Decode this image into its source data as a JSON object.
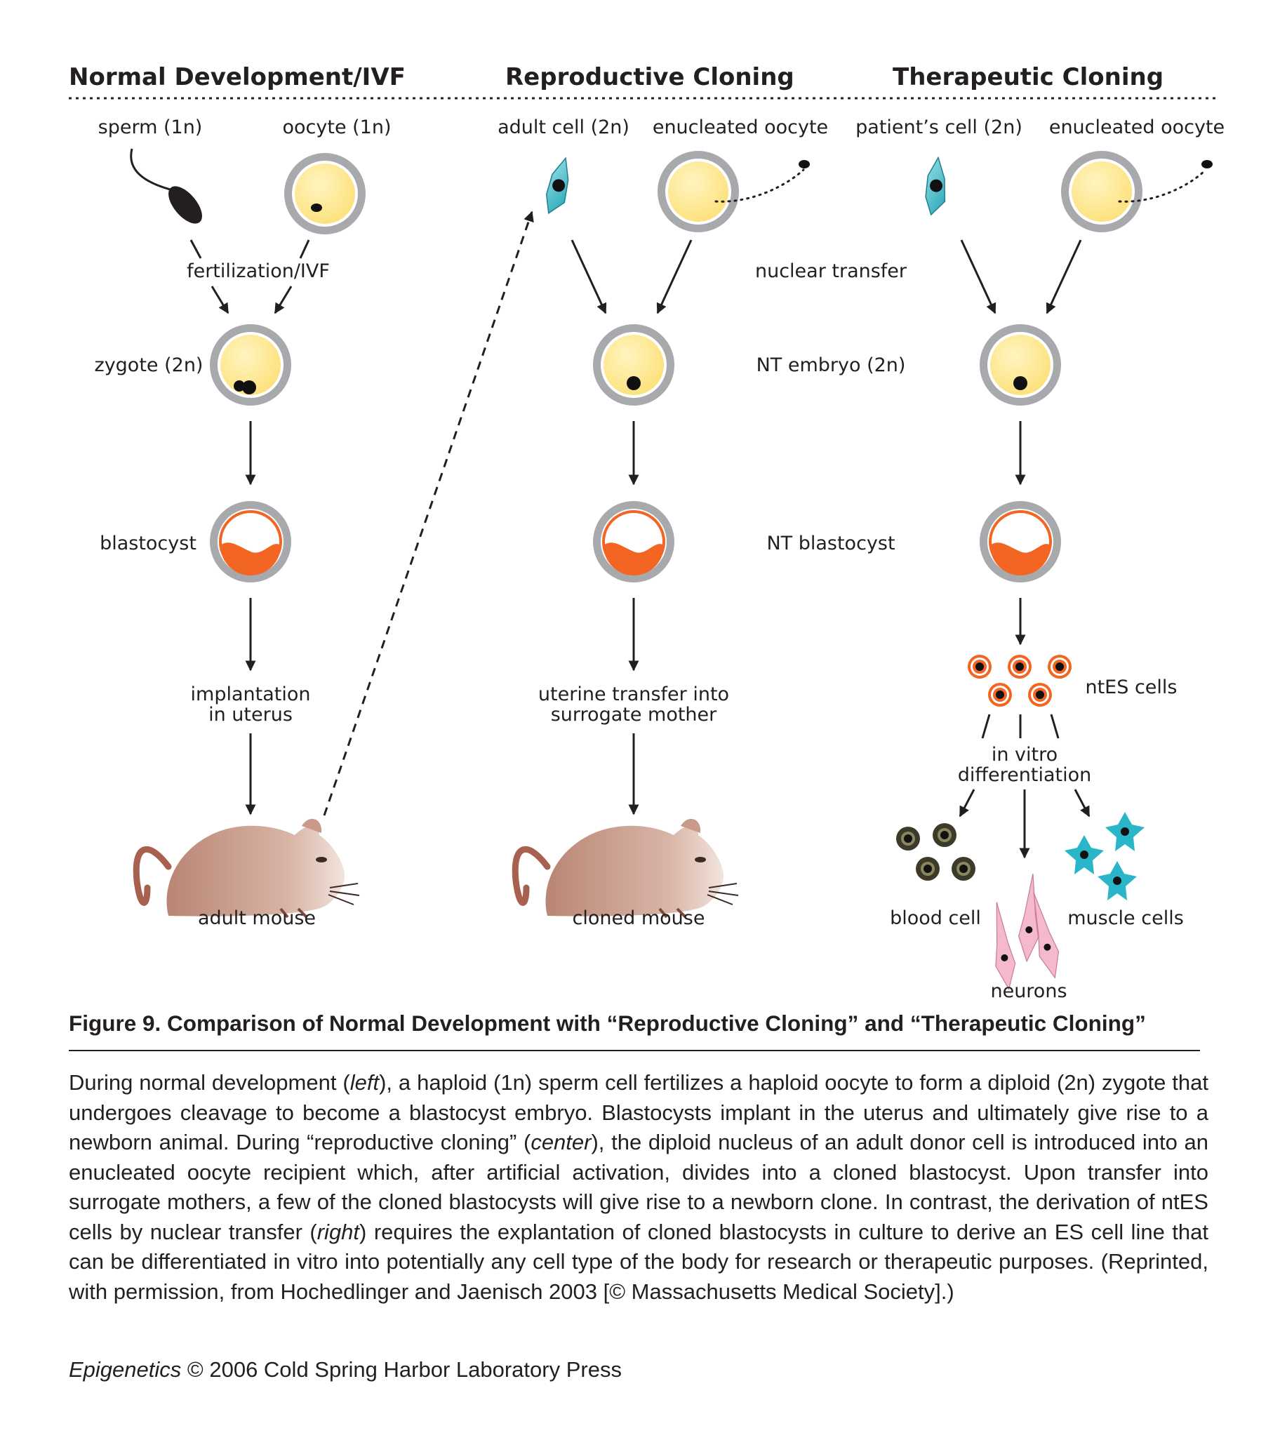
{
  "columns": {
    "normal": "Normal Development/IVF",
    "reproductive": "Reproductive Cloning",
    "therapeutic": "Therapeutic Cloning"
  },
  "normal": {
    "sperm": "sperm (1n)",
    "oocyte": "oocyte (1n)",
    "fertilization": "fertilization/IVF",
    "zygote": "zygote (2n)",
    "blastocyst": "blastocyst",
    "implantation_1": "implantation",
    "implantation_2": "in uterus",
    "adult_mouse": "adult mouse"
  },
  "reproductive": {
    "adult_cell": "adult cell (2n)",
    "enucleated_oocyte": "enucleated oocyte",
    "nuclear_transfer": "nuclear transfer",
    "nt_embryo": "NT embryo (2n)",
    "nt_blastocyst": "NT blastocyst",
    "uterine_1": "uterine transfer into",
    "uterine_2": "surrogate mother",
    "cloned_mouse": "cloned mouse"
  },
  "therapeutic": {
    "patient_cell": "patient’s cell (2n)",
    "enucleated_oocyte": "enucleated oocyte",
    "ntes_cells": "ntES cells",
    "in_vitro_1": "in vitro",
    "in_vitro_2": "differentiation",
    "blood_cell": "blood cell",
    "muscle_cells": "muscle cells",
    "neurons": "neurons"
  },
  "caption": {
    "title": "Figure 9. Comparison of Normal Development with “Reproductive Cloning” and “Therapeutic Cloning”",
    "seg1": "During normal development (",
    "seg1_em": "left",
    "seg2": "), a haploid (1n) sperm cell fertilizes a haploid oocyte to form a diploid (2n) zygote that undergoes cleavage to become a blastocyst embryo. Blastocysts implant in the uterus and ultimately give rise to a newborn animal. During “reproductive cloning” (",
    "seg2_em": "center",
    "seg3": "), the diploid nucleus of an adult donor cell is introduced into an enucleated oocyte recipient which, after artificial activation, divides into a cloned blastocyst. Upon transfer into surrogate mothers, a few of the cloned blastocysts will give rise to a newborn clone. In contrast, the derivation of ntES cells by nuclear transfer (",
    "seg3_em": "right",
    "seg4": ") requires the explantation of cloned blastocysts in culture to derive an ES cell line that can be differentiated in vitro into potentially any cell type of the body for research or therapeutic purposes. (Reprinted, with permission, from Hochedlinger and Jaenisch 2003 [© Massachusetts Medical Society].)",
    "credit_em": "Epigenetics",
    "credit": " © 2006 Cold Spring Harbor Laboratory Press"
  },
  "colors": {
    "yolk": "#fde98a",
    "zona": "#a7a9ac",
    "icm": "#f26522",
    "mouse": "#c69a8a",
    "muscle": "#29b6c8",
    "neuron": "#f4b9cf",
    "blood": "#3d3a2a"
  }
}
